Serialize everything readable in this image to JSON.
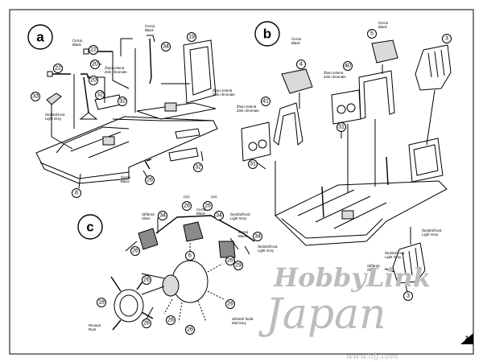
{
  "panels": {
    "a": "a",
    "b": "b",
    "c": "c"
  },
  "labels": {
    "cerna_black": "Černá\nBlack",
    "zluto_zelena": "Žluto-zelená\nZink chromate",
    "sedo_bezova": "Šedobéžová\nLight Grey",
    "stribrna": "Stříbrná\nSilver",
    "stredne_seda": "Středně šedá\nMid Grey",
    "rezava": "Rezavá\nRust",
    "x2": "(2x)"
  },
  "callouts_a": [
    "22",
    "20",
    "22",
    "20",
    "33",
    "32",
    "19",
    "34",
    "8",
    "26",
    "32",
    "32"
  ],
  "callouts_b": [
    "5",
    "3",
    "4",
    "40",
    "41",
    "31",
    "31"
  ],
  "callouts_c": [
    "34",
    "26",
    "26",
    "34",
    "34",
    "6",
    "26",
    "26",
    "26",
    "18",
    "26",
    "26",
    "26",
    "26",
    "29"
  ],
  "callouts_d": [
    "3"
  ],
  "page_number": "2",
  "watermark": {
    "line1": "HobbyLink",
    "line2": "Japan",
    "url": "www.hlj.com"
  },
  "colors": {
    "ink": "#000000",
    "paper": "#ffffff",
    "watermark": "#bcbcbc"
  }
}
